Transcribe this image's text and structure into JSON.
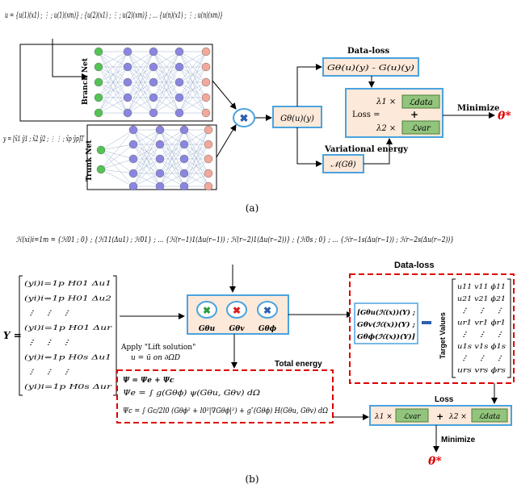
{
  "panel_a": {
    "caption": "(a)",
    "u_def": "u = {u(1)(x1) ; ⋮ ; u(1)(xm)} ; {u(2)(x1) ; ⋮ ; u(2)(xm)} ; … {u(n)(x1) ; ⋮ ; u(n)(xm)}",
    "y_def": "y = [x̂1 ŷ1 ; x̂2 ŷ2 ; ⋮ ⋮ ; x̂p ŷp]T",
    "branch_net_label": "Branch Net",
    "trunk_net_label": "Trunk Net",
    "g_theta": "Gθ(u)(y)",
    "data_loss_title": "Data-loss",
    "data_loss_expr": "Gθ(u)(y) - G(u)(y)",
    "variational_energy_title": "Variational energy",
    "n_g_theta": "𝒩(Gθ)",
    "loss_label": "Loss =",
    "lambda1": "λ1 ×",
    "lambda2": "λ2 ×",
    "l_data": "ℒdata",
    "l_var": "ℒvar",
    "plus": "+",
    "minimize": "Minimize",
    "theta_star": "θ*"
  },
  "panel_b": {
    "caption": "(b)",
    "h_def": "ℋ(xi)i=1m = {ℋ01 ; 0} ; {ℋ11(Δu1) ; ℋ01} ; … {ℋ(r−1)1(Δu(r−1)) ; ℋ(r−2)1(Δu(r−2))} ; {ℋ0s ; 0} ; … {ℋr−1s(Δu(r−1)) ; ℋr−2s(Δu(r−2))}",
    "Y_def": "Y = [(yi)i=1p H01 Δu1 ; (yi)i=1p H01 Δu2 ; ⋮ ⋮ ⋮ ; (yi)i=1p H01 Δur ; ⋮ ⋮ ⋮ ; (yi)i=1p H0s Δu1 ; ⋮ ⋮ ⋮ ; (yi)i=1p H0s Δur]",
    "g_u": "Gθu",
    "g_v": "Gθv",
    "g_phi": "Gθϕ",
    "lift_line1": "Apply \"Lift solution\"",
    "lift_line2": "u = ū on ∂ΩD",
    "total_energy_title": "Total energy",
    "eq1": "Ψ = Ψe + Ψc",
    "eq2": "Ψe = ∫ g(Gθϕ) ψ(Gθu, Gθv) dΩ",
    "eq3": "Ψc = ∫ Gc/2l0 (Gθϕ² + l0²|∇Gθϕ|²) + g″(Gθϕ) H(Gθu, Gθv) dΩ",
    "data_loss_title": "Data-loss",
    "pred_line1": "[Gθu(ℋ(x))(Y) ;",
    "pred_line2": "Gθv(ℋ(x))(Y) ;",
    "pred_line3": "Gθϕ(ℋ(x))(Y)]",
    "target_values": "Target Values",
    "target_matrix": "u11 v11 ϕ11 ; u21 v21 ϕ21 ; ⋮ ⋮ ⋮ ; ur1 vr1 ϕr1 ; ⋮ ⋮ ⋮ ; u1s v1s ϕ1s ; ⋮ ⋮ ⋮ ; urs vrs ϕrs",
    "loss_title": "Loss",
    "lambda1": "λ1 ×",
    "lambda2": "λ2 ×",
    "l_var": "ℒvar",
    "l_data": "ℒdata",
    "plus": "+",
    "minimize": "Minimize",
    "theta_star": "θ*"
  }
}
